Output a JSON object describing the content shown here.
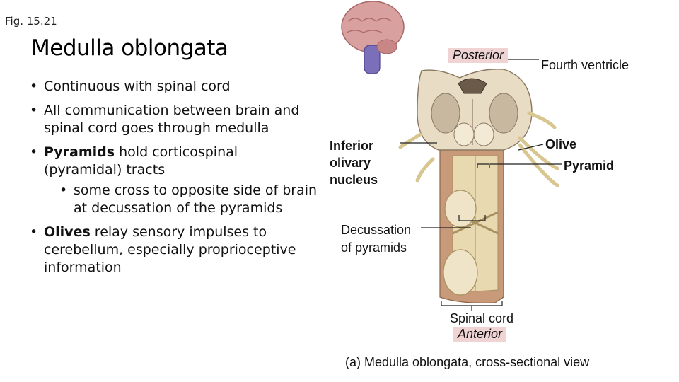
{
  "fig_label": "Fig. 15.21",
  "title": "Medulla oblongata",
  "bullets": {
    "b1": "Continuous with spinal cord",
    "b2": "All communication between brain and spinal cord goes through medulla",
    "b3_bold": "Pyramids",
    "b3_rest": " hold corticospinal (pyramidal) tracts",
    "b3_sub": "some cross to opposite side of brain at decussation of the pyramids",
    "b4_bold": "Olives",
    "b4_rest": " relay sensory impulses to cerebellum, especially proprioceptive information"
  },
  "labels": {
    "posterior": "Posterior",
    "fourth_ventricle": "Fourth ventricle",
    "inferior_olivary_line1": "Inferior",
    "inferior_olivary_line2": "olivary",
    "inferior_olivary_line3": "nucleus",
    "olive": "Olive",
    "pyramid": "Pyramid",
    "decussation_line1": "Decussation",
    "decussation_line2": "of pyramids",
    "spinal_cord": "Spinal cord",
    "anterior": "Anterior",
    "caption": "(a) Medulla oblongata, cross-sectional view"
  },
  "colors": {
    "brain": "#d9a0a0",
    "brainstem": "#7a6fb8",
    "tract": "#e8d9b0",
    "cord_shadow": "#c89a7a",
    "gray_matter": "#c8b8a0",
    "highlight": "#f0d4d4"
  }
}
